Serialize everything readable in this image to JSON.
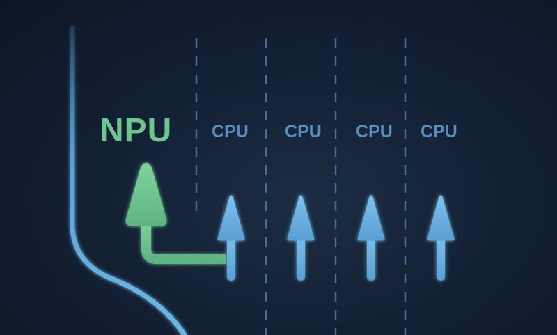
{
  "labels": {
    "npu": "NPU",
    "cpu_lanes": [
      "CPU",
      "CPU",
      "CPU",
      "CPU"
    ]
  },
  "colors": {
    "background": "#0d1626",
    "npu": "#6fc58f",
    "cpu_text": "#5b8dbb",
    "arrow_blue": "#6fb2e0",
    "lane_divider": "#3f6f9a",
    "road_edge": "#5fa9db"
  }
}
